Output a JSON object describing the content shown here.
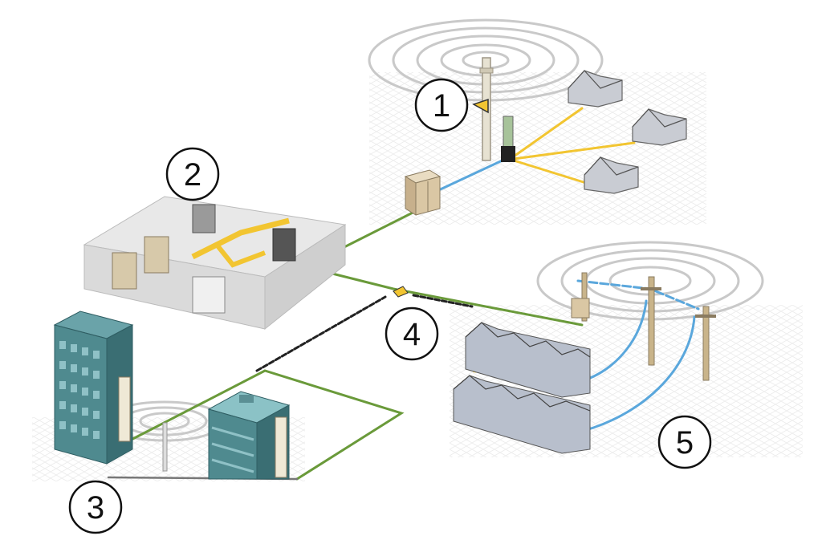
{
  "markers": [
    "1",
    "2",
    "3",
    "4",
    "5"
  ],
  "colors": {
    "background": "#ffffff",
    "ring": "#c9c9c9",
    "fiber_green": "#6a9a3a",
    "copper_blue": "#5aa7dc",
    "coax_yellow": "#f2c531",
    "dashed_black": "#222222",
    "building_teal": "#4f8a8f",
    "house_grey": "#b8bfcc",
    "pole_tan": "#c9b48a"
  },
  "icons": [
    "radio-tower",
    "street-cabinet",
    "central-office",
    "office-building",
    "house",
    "utility-pole",
    "signal-rings",
    "splice-point"
  ]
}
